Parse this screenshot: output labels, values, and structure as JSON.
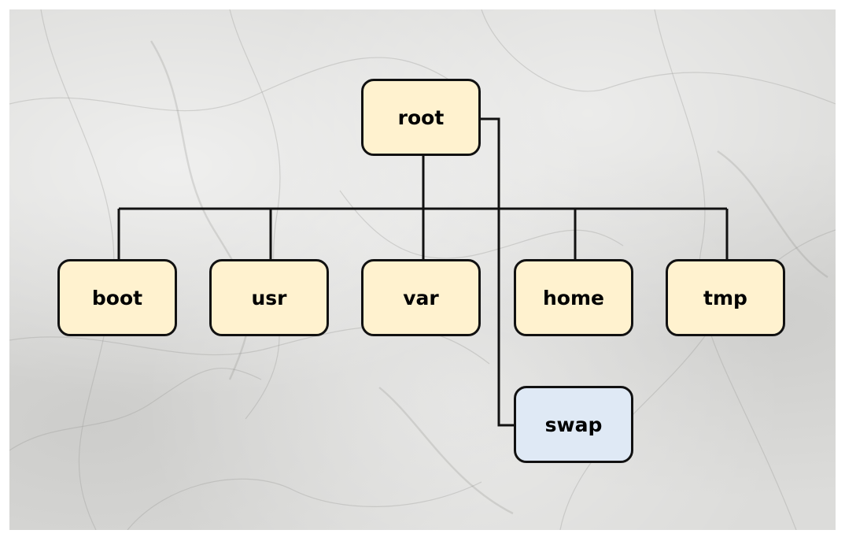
{
  "diagram": {
    "type": "tree",
    "nodes": [
      {
        "id": "root",
        "label": "root",
        "color": "#fff2cf"
      },
      {
        "id": "boot",
        "label": "boot",
        "color": "#fff2cf"
      },
      {
        "id": "usr",
        "label": "usr",
        "color": "#fff2cf"
      },
      {
        "id": "var",
        "label": "var",
        "color": "#fff2cf"
      },
      {
        "id": "home",
        "label": "home",
        "color": "#fff2cf"
      },
      {
        "id": "tmp",
        "label": "tmp",
        "color": "#fff2cf"
      },
      {
        "id": "swap",
        "label": "swap",
        "color": "#dfe9f5"
      }
    ],
    "edges": [
      {
        "from": "root",
        "to": "boot"
      },
      {
        "from": "root",
        "to": "usr"
      },
      {
        "from": "root",
        "to": "var"
      },
      {
        "from": "root",
        "to": "home"
      },
      {
        "from": "root",
        "to": "tmp"
      },
      {
        "from": "root",
        "to": "swap"
      }
    ],
    "colors": {
      "node_fill": "#fff2cf",
      "node_alt_fill": "#dfe9f5",
      "border": "#111111",
      "background": "#dcdcda"
    }
  }
}
